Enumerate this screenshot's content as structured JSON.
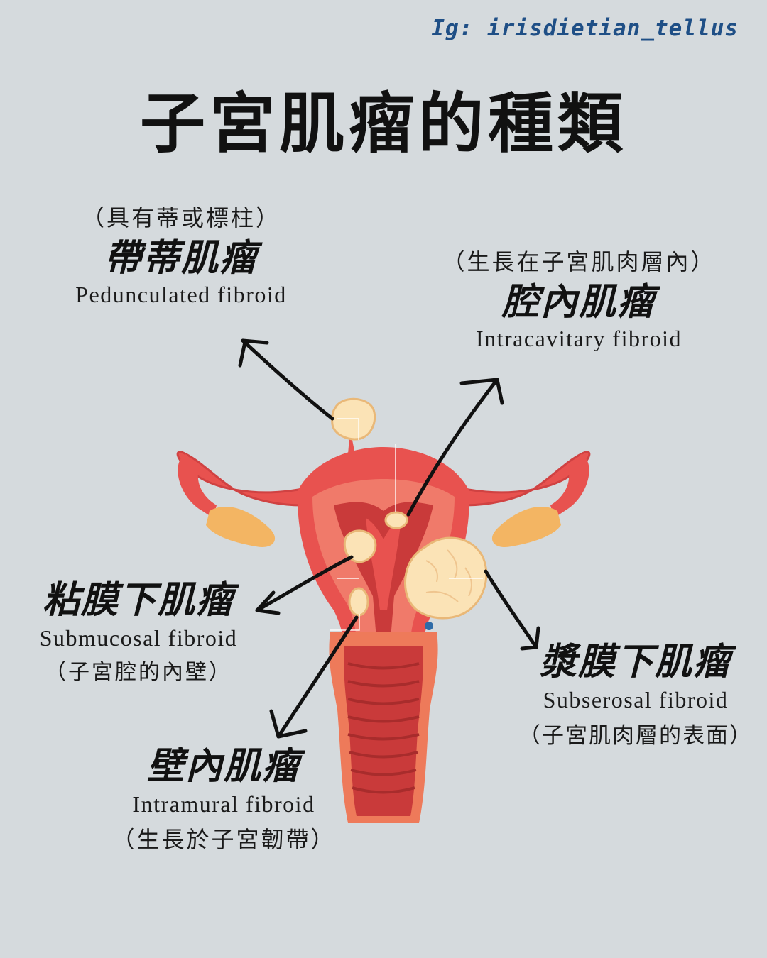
{
  "handle": "Ig: irisdietian_tellus",
  "title": "子宮肌瘤的種類",
  "labels": {
    "pedunculated": {
      "note": "（具有蒂或標柱）",
      "cn": "帶蒂肌瘤",
      "en": "Pedunculated fibroid"
    },
    "intracavitary": {
      "note": "（生長在子宮肌肉層內）",
      "cn": "腔內肌瘤",
      "en": "Intracavitary fibroid"
    },
    "submucosal": {
      "cn": "粘膜下肌瘤",
      "en": "Submucosal fibroid",
      "note": "（子宮腔的內壁）"
    },
    "subserosal": {
      "cn": "漿膜下肌瘤",
      "en": "Subserosal fibroid",
      "note": "（子宮肌肉層的表面）"
    },
    "intramural": {
      "cn": "壁內肌瘤",
      "en": "Intramural fibroid",
      "note": "（生長於子宮韌帶）"
    }
  },
  "colors": {
    "background": "#d5dadd",
    "uterus": "#e8524f",
    "uterus_dark": "#c93a3a",
    "uterus_light": "#f07a6a",
    "ovary": "#f3b563",
    "fibroid": "#fbe3b6",
    "fibroid_outline": "#e9b878",
    "handle": "#1f4f86"
  },
  "icons": [
    "arrow-icon",
    "uterus-illustration",
    "fibroid-icon"
  ]
}
